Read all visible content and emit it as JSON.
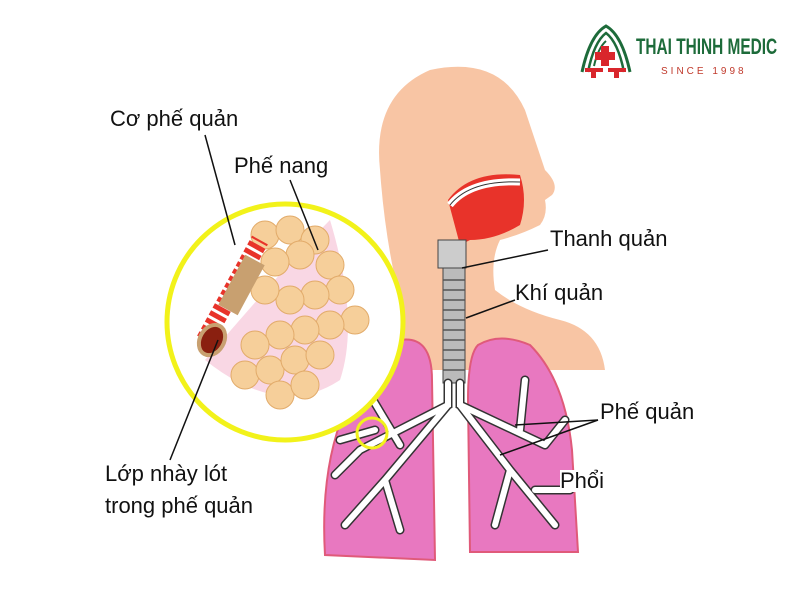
{
  "logo": {
    "name": "THAI THINH MEDIC",
    "tagline": "SINCE 1998",
    "colors": {
      "green": "#1d6b3a",
      "red": "#d9262c"
    }
  },
  "labels": {
    "bronchial_muscle": "Cơ phế quản",
    "alveoli": "Phế nang",
    "larynx": "Thanh quản",
    "trachea": "Khí quản",
    "bronchi": "Phế quản",
    "lungs": "Phổi",
    "mucus_line1": "Lớp nhày lót",
    "mucus_line2": "trong phế quản"
  },
  "colors": {
    "skin": "#f8c5a4",
    "lung": "#e878c0",
    "lung_outline": "#e05a7a",
    "magnifier_ring": "#f2f21a",
    "airway": "#ffffff",
    "muscle": "#e8332a",
    "alveoli": "#f6cf9a"
  }
}
